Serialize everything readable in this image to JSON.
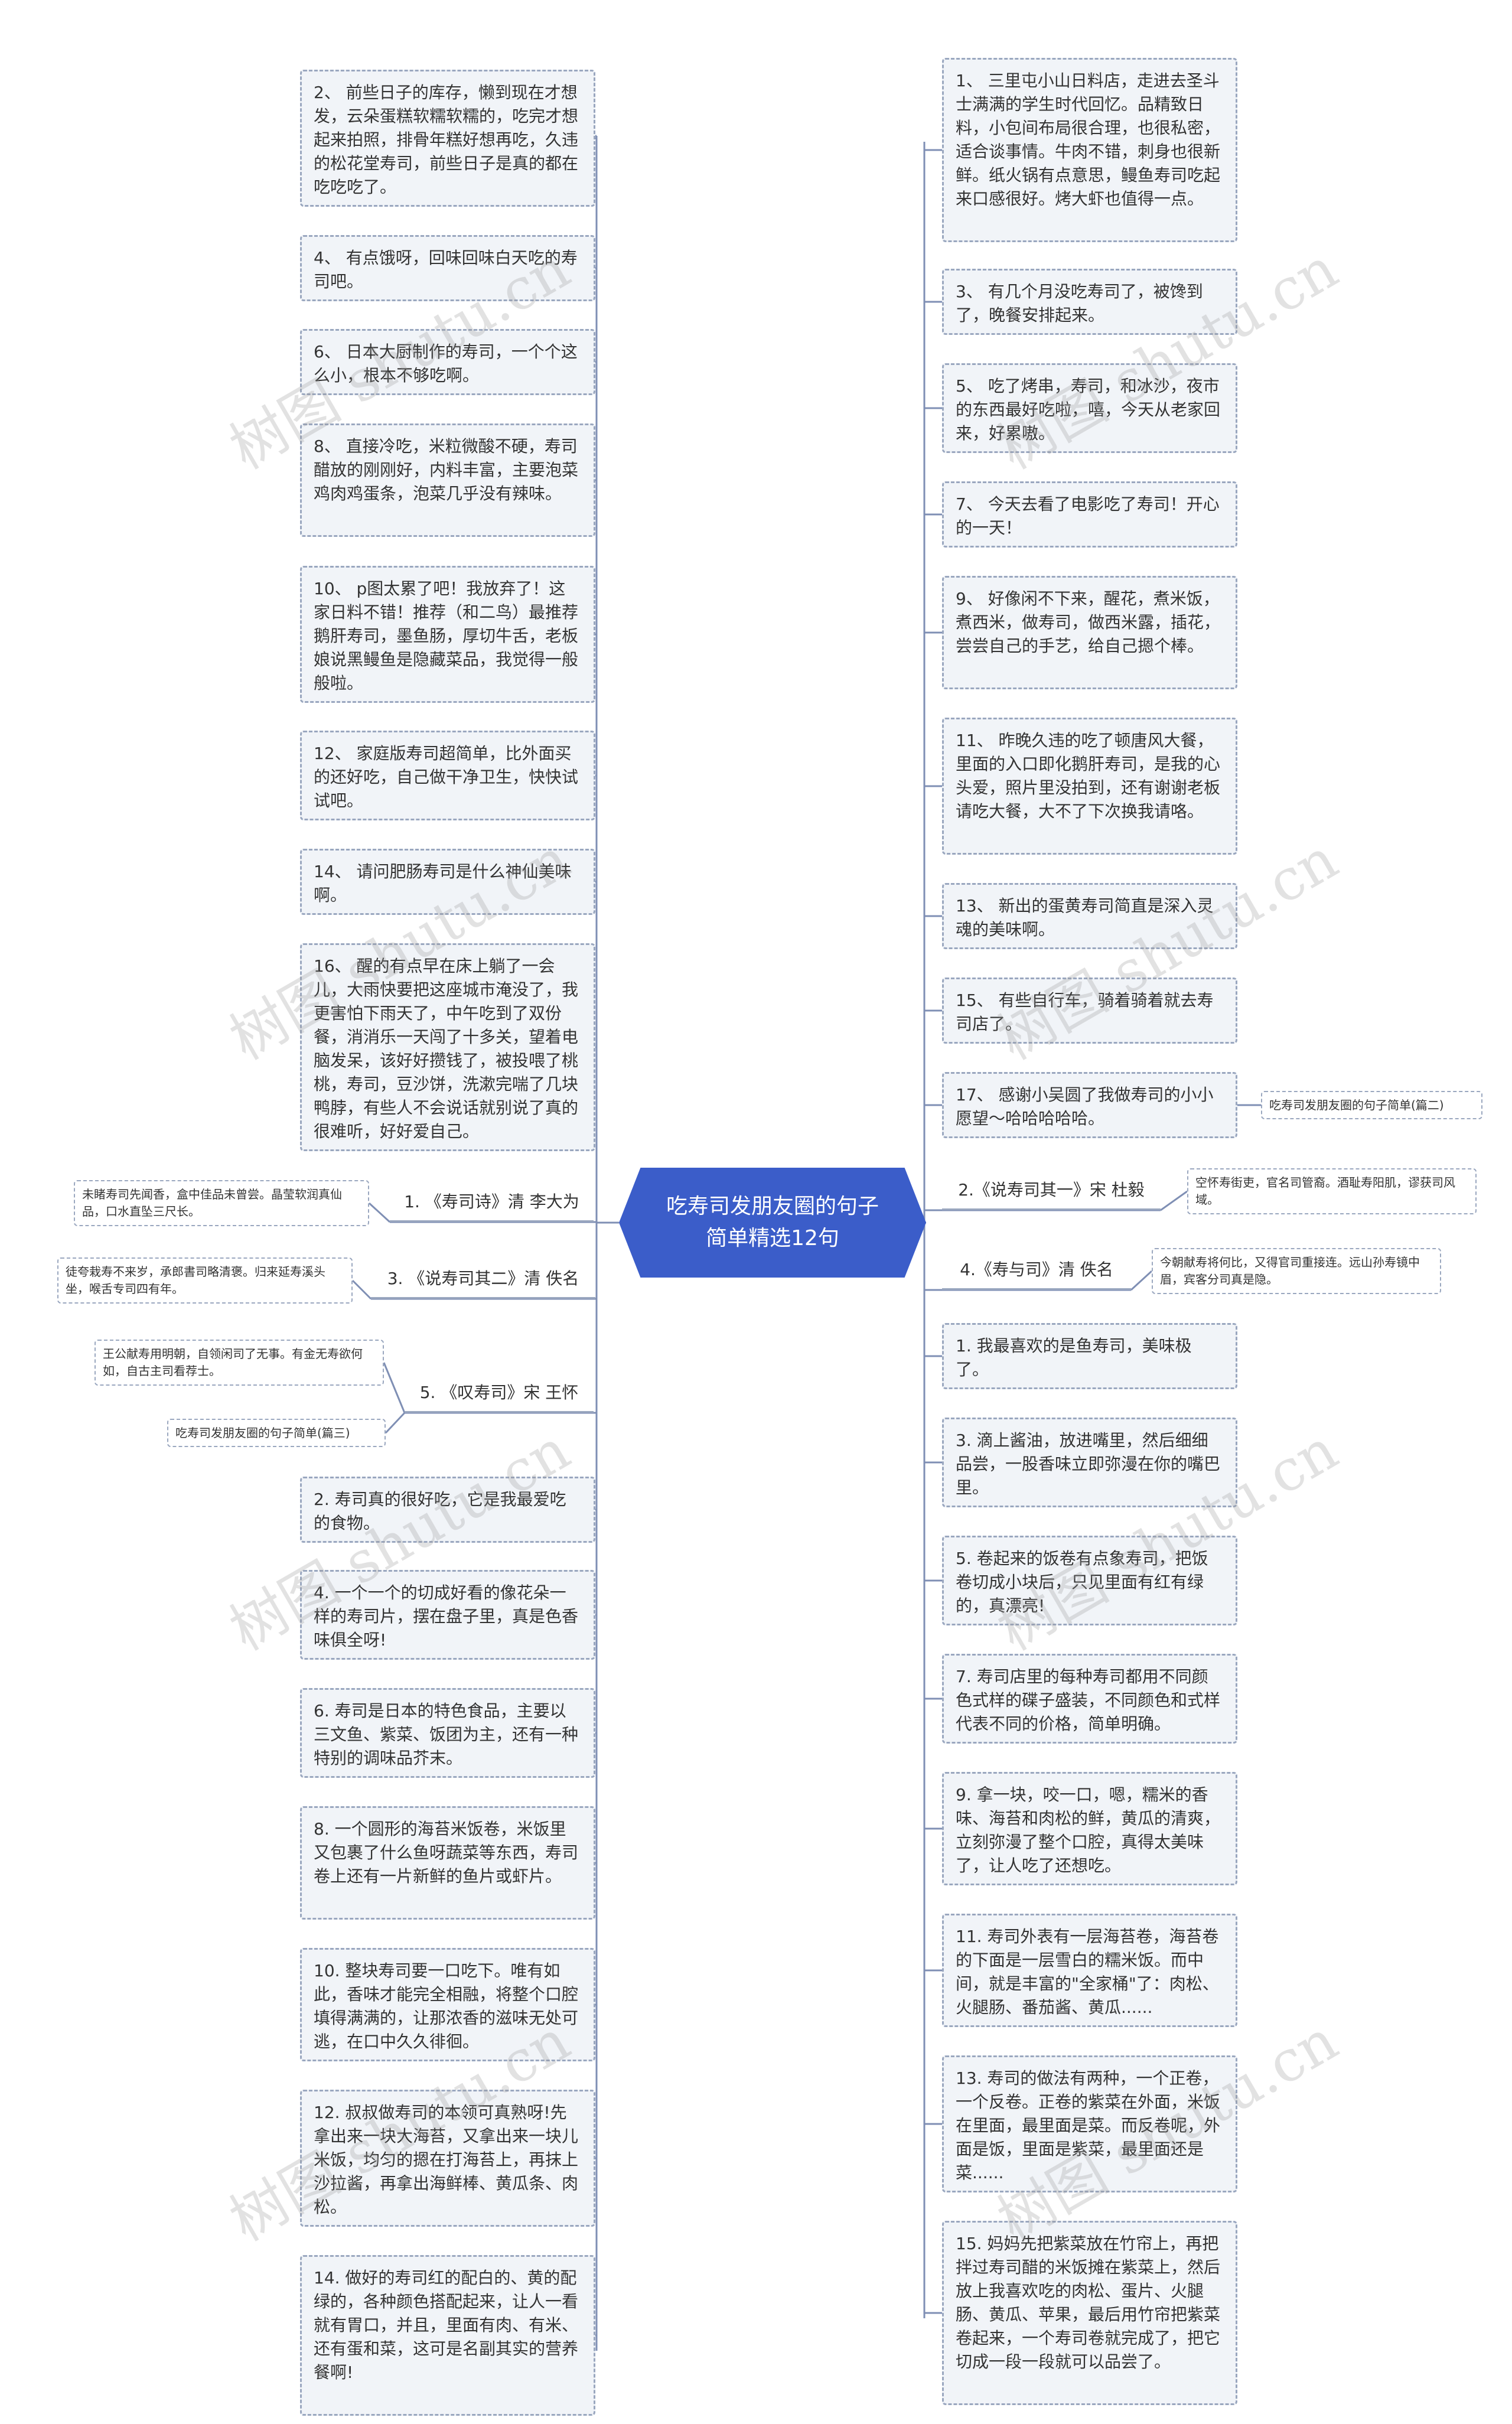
{
  "title": "吃寿司发朋友圈的句子简单精选12句",
  "watermark": "树图 shutu.cn",
  "colors": {
    "root": "#3b5dc9",
    "line": "#7f8fb4",
    "node_bg": "#f1f4f8",
    "node_border": "#9aa7bf"
  },
  "left": {
    "n2": "2、 前些日子的库存，懒到现在才想发，云朵蛋糕软糯软糯的，吃完才想起来拍照，排骨年糕好想再吃，久违的松花堂寿司，前些日子是真的都在吃吃吃了。",
    "n4": "4、 有点饿呀，回味回味白天吃的寿司吧。",
    "n6": "6、 日本大厨制作的寿司，一个个这么小，根本不够吃啊。",
    "n8": "8、 直接冷吃，米粒微酸不硬，寿司醋放的刚刚好，内料丰富，主要泡菜鸡肉鸡蛋条，泡菜几乎没有辣味。",
    "n10": "10、 p图太累了吧！我放弃了！这家日料不错！推荐（和二鸟）最推荐鹅肝寿司，墨鱼肠，厚切牛舌，老板娘说黑鳗鱼是隐藏菜品，我觉得一般般啦。",
    "n12": "12、 家庭版寿司超简单，比外面买的还好吃，自己做干净卫生，快快试试吧。",
    "n14": "14、 请问肥肠寿司是什么神仙美味啊。",
    "n16": "16、 醒的有点早在床上躺了一会儿，大雨快要把这座城市淹没了，我更害怕下雨天了，中午吃到了双份餐，消消乐一天闯了十多关，望着电脑发呆，该好好攒钱了，被投喂了桃桃，寿司，豆沙饼，洗漱完喘了几块鸭脖，有些人不会说话就别说了真的很难听，好好爱自己。",
    "poem1": "1. 《寿司诗》清 李大为",
    "poem1_text": "未睹寿司先闻香，盒中佳品未曾尝。晶莹软润真仙品，口水直坠三尺长。",
    "poem3": "3. 《说寿司其二》清 佚名",
    "poem3_text": "徒夸栽寿不来岁，承郎書司略清褒。归来延寿溪头坐，喉舌专司四有年。",
    "poem5": "5. 《叹寿司》宋 王怀",
    "poem5_text": "王公献寿用明朝，自领闲司了无事。有金无寿欲何如，自古主司看荐士。",
    "sub3": "吃寿司发朋友圈的句子简单(篇三)",
    "m2": "2. 寿司真的很好吃，它是我最爱吃的食物。",
    "m4": "4. 一个一个的切成好看的像花朵一样的寿司片，摆在盘子里，真是色香味俱全呀!",
    "m6": "6. 寿司是日本的特色食品，主要以三文鱼、紫菜、饭团为主，还有一种特别的调味品芥末。",
    "m8": "8. 一个圆形的海苔米饭卷，米饭里又包裹了什么鱼呀蔬菜等东西，寿司卷上还有一片新鲜的鱼片或虾片。",
    "m10": "10. 整块寿司要一口吃下。唯有如此，香味才能完全相融，将整个口腔填得满满的，让那浓香的滋味无处可逃，在口中久久徘徊。",
    "m12": "12. 叔叔做寿司的本领可真熟呀!先拿出来一块大海苔，又拿出来一块儿米饭，均匀的摁在打海苔上，再抹上沙拉酱，再拿出海鲜棒、黄瓜条、肉松。",
    "m14": "14. 做好的寿司红的配白的、黄的配绿的，各种颜色搭配起来，让人一看就有胃口，并且，里面有肉、有米、还有蛋和菜，这可是名副其实的营养餐啊!"
  },
  "right": {
    "n1": "1、 三里屯小山日料店，走进去圣斗士满满的学生时代回忆。品精致日料，小包间布局很合理，也很私密，适合谈事情。牛肉不错，刺身也很新鲜。纸火锅有点意思，鳗鱼寿司吃起来口感很好。烤大虾也值得一点。",
    "n3": "3、 有几个月没吃寿司了，被馋到了，晚餐安排起来。",
    "n5": "5、 吃了烤串，寿司，和冰沙，夜市的东西最好吃啦，嘻，今天从老家回来，好累嗷。",
    "n7": "7、 今天去看了电影吃了寿司！开心的一天！",
    "n9": "9、 好像闲不下来，醒花，煮米饭，煮西米，做寿司，做西米露，插花，尝尝自己的手艺，给自己摁个棒。",
    "n11": "11、 昨晚久违的吃了顿唐风大餐，里面的入口即化鹅肝寿司，是我的心头爱，照片里没拍到，还有谢谢老板请吃大餐，大不了下次换我请咯。",
    "n13": "13、 新出的蛋黄寿司简直是深入灵魂的美味啊。",
    "n15": "15、 有些自行车，骑着骑着就去寿司店了。",
    "n17": "17、 感谢小吴圆了我做寿司的小小愿望～哈哈哈哈哈。",
    "sub2": "吃寿司发朋友圈的句子简单(篇二)",
    "poem2": "2.《说寿司其一》宋 杜毅",
    "poem2_text": "空怀寿街吏，官名司管裔。酒耻寿阳肌，谬获司风域。",
    "poem4": "4.《寿与司》清 佚名",
    "poem4_text": "今朝献寿将何比，又得官司重接连。远山孙寿镜中眉，宾客分司真是隐。",
    "m1": "1. 我最喜欢的是鱼寿司，美味极了。",
    "m3": "3. 滴上酱油，放进嘴里，然后细细品尝，一股香味立即弥漫在你的嘴巴里。",
    "m5": "5. 卷起来的饭卷有点象寿司，把饭卷切成小块后，只见里面有红有绿的，真漂亮!",
    "m7": "7. 寿司店里的每种寿司都用不同颜色式样的碟子盛装，不同颜色和式样代表不同的价格，简单明确。",
    "m9": "9. 拿一块，咬一口，嗯，糯米的香味、海苔和肉松的鲜，黄瓜的清爽，立刻弥漫了整个口腔，真得太美味了，让人吃了还想吃。",
    "m11": "11. 寿司外表有一层海苔卷，海苔卷的下面是一层雪白的糯米饭。而中间，就是丰富的\"全家桶\"了：肉松、火腿肠、番茄酱、黄瓜......",
    "m13": "13. 寿司的做法有两种，一个正卷，一个反卷。正卷的紫菜在外面，米饭在里面，最里面是菜。而反卷呢，外面是饭，里面是紫菜，最里面还是菜......",
    "m15": "15. 妈妈先把紫菜放在竹帘上，再把拌过寿司醋的米饭摊在紫菜上，然后放上我喜欢吃的肉松、蛋片、火腿肠、黄瓜、苹果，最后用竹帘把紫菜卷起来，一个寿司卷就完成了，把它切成一段一段就可以品尝了。"
  }
}
